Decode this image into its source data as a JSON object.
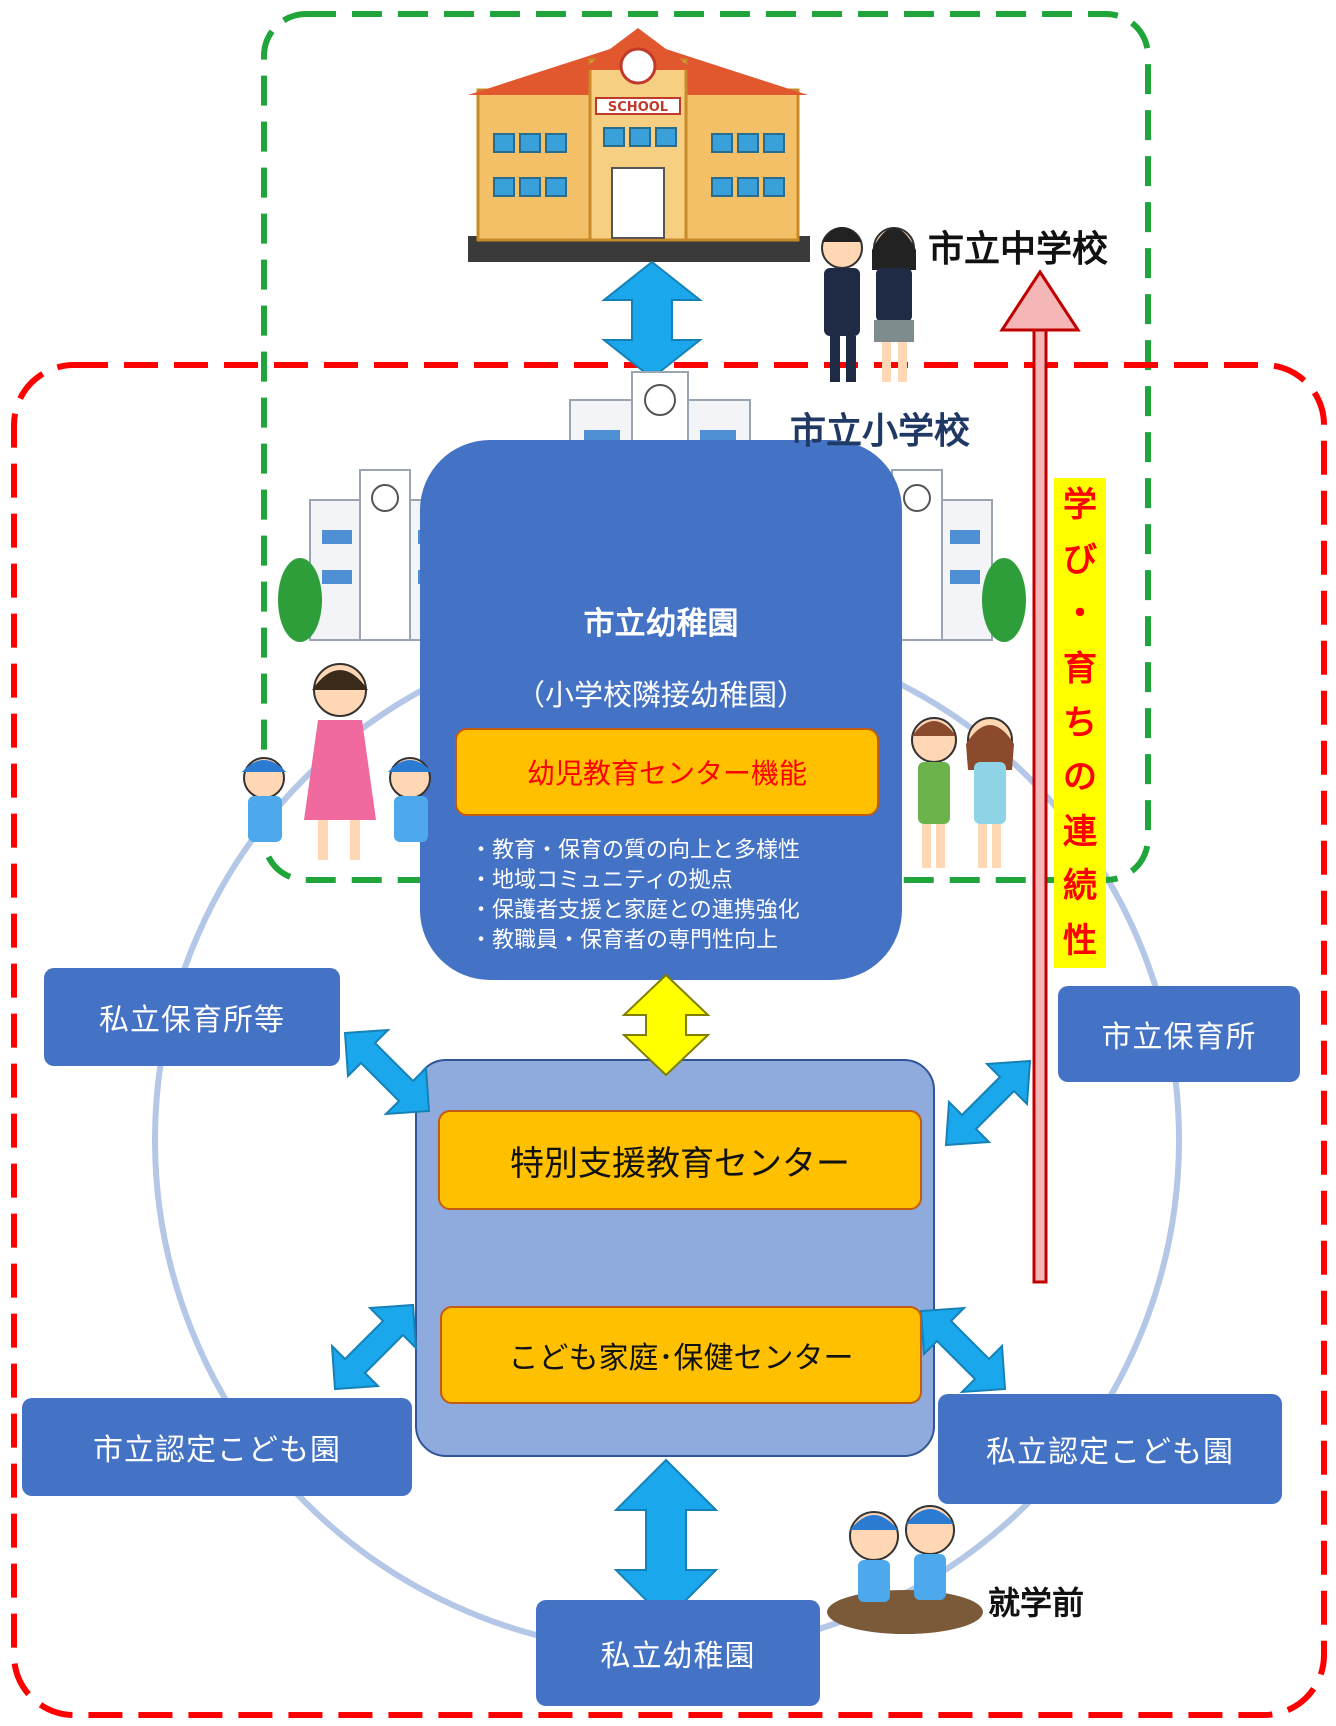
{
  "labels": {
    "junior_high": "市立中学校",
    "elementary": "市立小学校",
    "kindergarten_title": "市立幼稚園",
    "kindergarten_sub": "（小学校隣接幼稚園）",
    "center_function": "幼児教育センター機能",
    "bullets": [
      "・教育・保育の質の向上と多様性",
      "・地域コミュニティの拠点",
      "・保護者支援と家庭との連携強化",
      "・教職員・保育者の専門性向上"
    ],
    "special_support": "特別支援教育センター",
    "child_family": "こども家庭･保健センター",
    "private_nursery": "私立保育所等",
    "public_nursery": "市立保育所",
    "public_kodomoen": "市立認定こども園",
    "private_kodomoen": "私立認定こども園",
    "private_kindergarten": "私立幼稚園",
    "preschool": "就学前",
    "continuity": [
      "学",
      "び",
      "・",
      "育",
      "ち",
      "の",
      "連",
      "続",
      "性"
    ],
    "school_sign": "SCHOOL"
  },
  "colors": {
    "green_dash": "#1fa53a",
    "red_dash": "#ff0000",
    "blue_box": "#4472c4",
    "light_blue_box": "#8faadc",
    "orange": "#ffc000",
    "arrow_blue": "#1aa7ec",
    "arrow_yellow": "#ffff00",
    "continuity_bg": "#ffff00",
    "continuity_text": "#ff0000"
  }
}
